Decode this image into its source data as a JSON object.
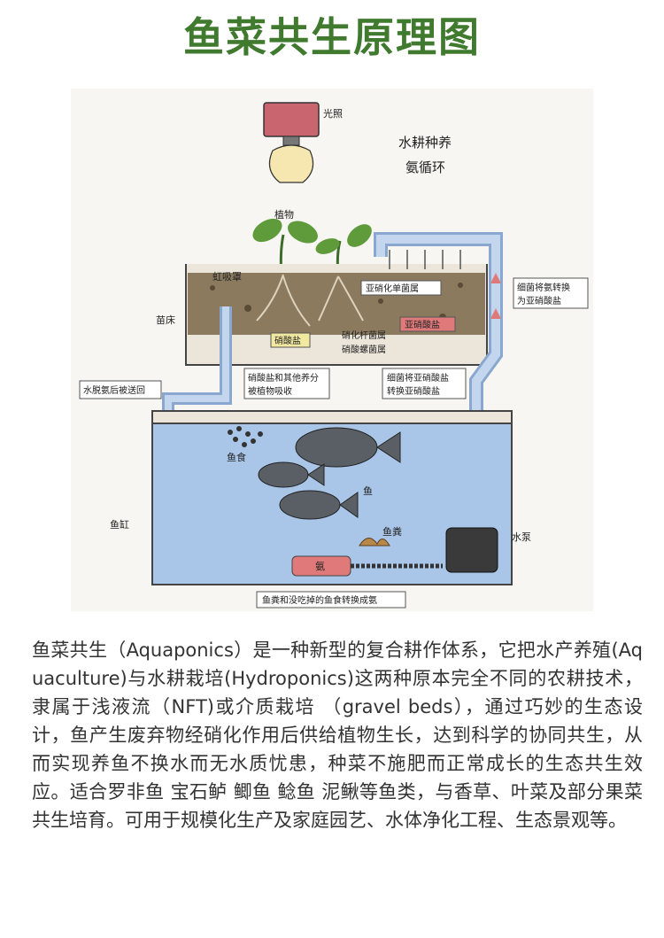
{
  "title": "鱼菜共生原理图",
  "diagram": {
    "light": "光照",
    "cycle_line1": "水耕种养",
    "cycle_line2": "氨循环",
    "plants": "植物",
    "siphon": "虹吸罩",
    "seedbed": "苗床",
    "nitrite_bacteria": "亚硝化单菌属",
    "nitrite_salt": "亚硝酸盐",
    "nitrate_salt": "硝酸盐",
    "nitrobacter1": "硝化杆菌属",
    "nitrobacter2": "硝酸螺菌属",
    "box_nitrate_absorb_1": "硝酸盐和其他养分",
    "box_nitrate_absorb_2": "被植物吸收",
    "box_bacteria_nitrite_1": "细菌将亚硝酸盐",
    "box_bacteria_nitrite_2": "转换亚硝酸盐",
    "box_bacteria_ammonia_1": "细菌将氨转换",
    "box_bacteria_ammonia_2": "为亚硝酸盐",
    "water_return": "水脱氨后被送回",
    "fish_food": "鱼食",
    "fish": "鱼",
    "tank": "鱼缸",
    "fish_waste": "鱼粪",
    "ammonia": "氨",
    "pump": "水泵",
    "bottom_caption": "鱼粪和没吃掉的鱼食转换成氨"
  },
  "description": "鱼菜共生（Aquaponics）是一种新型的复合耕作体系，它把水产养殖(Aquaculture)与水耕栽培(Hydroponics)这两种原本完全不同的农耕技术，隶属于浅液流（NFT)或介质栽培 （gravel beds），通过巧妙的生态设计，鱼产生废弃物经硝化作用后供给植物生长，达到科学的协同共生，从而实现养鱼不换水而无水质忧患，种菜不施肥而正常成长的生态共生效应。适合罗非鱼 宝石鲈 鲫鱼 鲶鱼 泥鳅等鱼类，与香草、叶菜及部分果菜共生培育。可用于规模化生产及家庭园艺、水体净化工程、生态景观等。",
  "colors": {
    "title": "#3f7a2e",
    "water": "#a9c6e8",
    "soil": "#8b7a5e",
    "ammonia_box": "#e07a7a",
    "lamp": "#c9656e"
  }
}
